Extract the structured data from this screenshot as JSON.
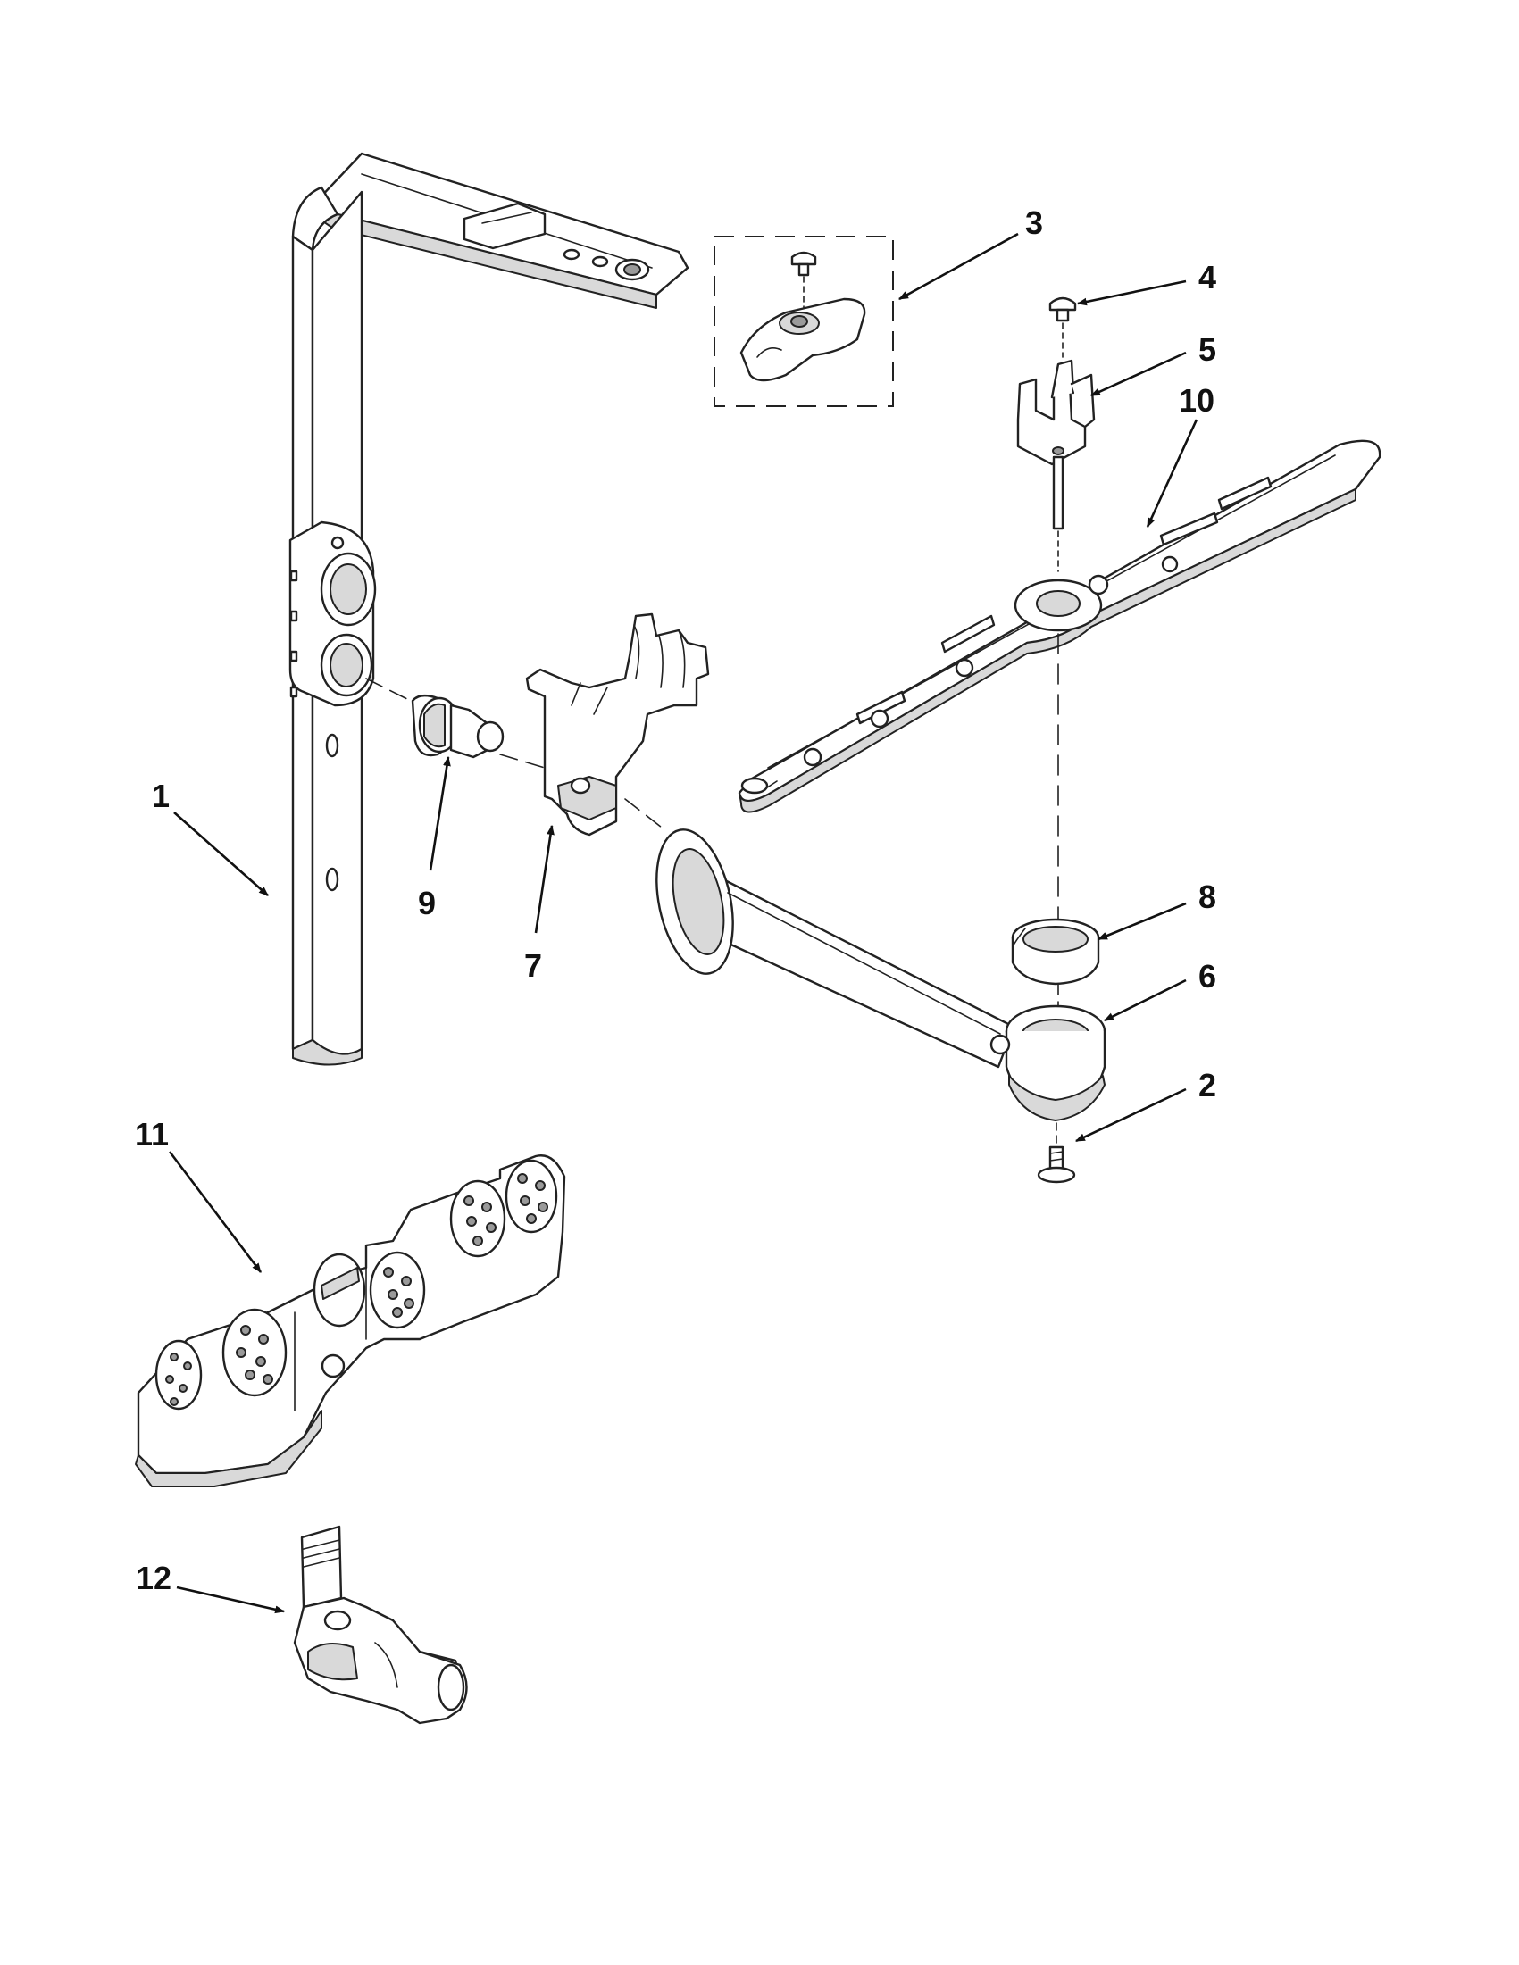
{
  "callouts": {
    "c1": "1",
    "c2": "2",
    "c3": "3",
    "c4": "4",
    "c5": "5",
    "c6": "6",
    "c7": "7",
    "c8": "8",
    "c9": "9",
    "c10": "10",
    "c11": "11",
    "c12": "12"
  },
  "colors": {
    "line": "#222222",
    "shade": "#d9d9d9",
    "background": "#ffffff"
  }
}
